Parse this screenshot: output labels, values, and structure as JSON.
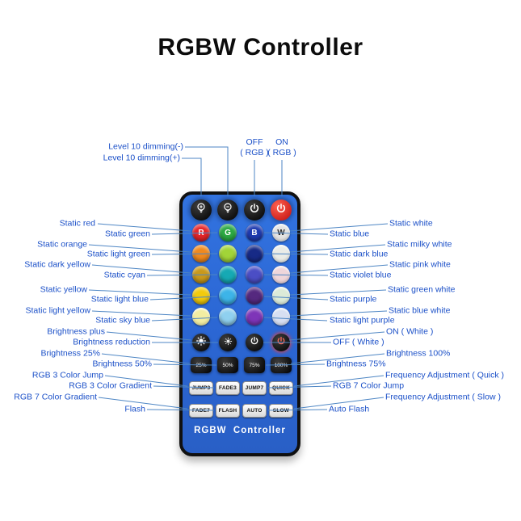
{
  "title": "RGBW Controller",
  "remote": {
    "brand": "RGBW  Controller",
    "power_row": [
      {
        "name": "level-dim-plus",
        "icon": "bulb-plus-icon"
      },
      {
        "name": "level-dim-minus",
        "icon": "bulb-minus-icon"
      },
      {
        "name": "off-rgb",
        "icon": "power-icon"
      },
      {
        "name": "on-rgb",
        "icon": "power-icon"
      }
    ],
    "color_buttons": [
      {
        "name": "static-red",
        "label": "R",
        "color": "#e62529"
      },
      {
        "name": "static-green",
        "label": "G",
        "color": "#2ca944"
      },
      {
        "name": "static-blue",
        "label": "B",
        "color": "#1f3bb0"
      },
      {
        "name": "static-white",
        "label": "W",
        "color": "#e3e3e3"
      },
      {
        "name": "static-orange",
        "label": "",
        "color": "#f0891d"
      },
      {
        "name": "static-light-green",
        "label": "",
        "color": "#a2d438"
      },
      {
        "name": "static-dark-blue",
        "label": "",
        "color": "#172a86"
      },
      {
        "name": "static-milky-white",
        "label": "",
        "color": "#eaece7"
      },
      {
        "name": "static-dark-yellow",
        "label": "",
        "color": "#c9991b"
      },
      {
        "name": "static-cyan",
        "label": "",
        "color": "#16a9b4"
      },
      {
        "name": "static-violet-blue",
        "label": "",
        "color": "#4b4ec5"
      },
      {
        "name": "static-pink-white",
        "label": "",
        "color": "#eed6da"
      },
      {
        "name": "static-yellow",
        "label": "",
        "color": "#f3cb0c"
      },
      {
        "name": "static-light-blue",
        "label": "",
        "color": "#3db4e8"
      },
      {
        "name": "static-purple",
        "label": "",
        "color": "#55297f"
      },
      {
        "name": "static-green-white",
        "label": "",
        "color": "#dcead8"
      },
      {
        "name": "static-light-yellow",
        "label": "",
        "color": "#f2eda2"
      },
      {
        "name": "static-sky-blue",
        "label": "",
        "color": "#8fd0ef"
      },
      {
        "name": "static-light-purple",
        "label": "",
        "color": "#7e35b8"
      },
      {
        "name": "static-blue-white",
        "label": "",
        "color": "#d7dff2"
      }
    ],
    "percent_buttons": [
      "25%",
      "50%",
      "75%",
      "100%"
    ],
    "mode_buttons": [
      "JUMP3",
      "FADE3",
      "JUMP7",
      "QUICK",
      "FADE7",
      "FLASH",
      "AUTO",
      "SLOW"
    ]
  },
  "annotations": {
    "top_left": [
      "Level 10 dimming(-)",
      "Level 10 dimming(+)"
    ],
    "off_rgb": {
      "line1": "OFF",
      "line2": "( RGB )"
    },
    "on_rgb": {
      "line1": "ON",
      "line2": "( RGB )"
    },
    "left": [
      "Static red",
      "Static green",
      "Static orange",
      "Static light green",
      "Static dark yellow",
      "Static cyan",
      "Static yellow",
      "Static light blue",
      "Static light yellow",
      "Static sky blue",
      "Brightness plus",
      "Brightness reduction",
      "Brightness 25%",
      "Brightness 50%",
      "RGB 3 Color Jump",
      "RGB 3 Color Gradient",
      "RGB 7 Color Gradient",
      "Flash"
    ],
    "right": [
      "Static white",
      "Static blue",
      "Static milky white",
      "Static dark blue",
      "Static pink white",
      "Static violet blue",
      "Static green white",
      "Static purple",
      "Static blue white",
      "Static light purple",
      "ON ( White )",
      "OFF ( White )",
      "Brightness 100%",
      "Brightness 75%",
      "Frequency Adjustment ( Quick )",
      "RGB 7 Color Jump",
      "Frequency Adjustment ( Slow )",
      "Auto Flash"
    ]
  },
  "colors": {
    "remote_body": "#2b66d3",
    "label_text": "#1b50c8",
    "leader_line": "#4e86c4"
  }
}
